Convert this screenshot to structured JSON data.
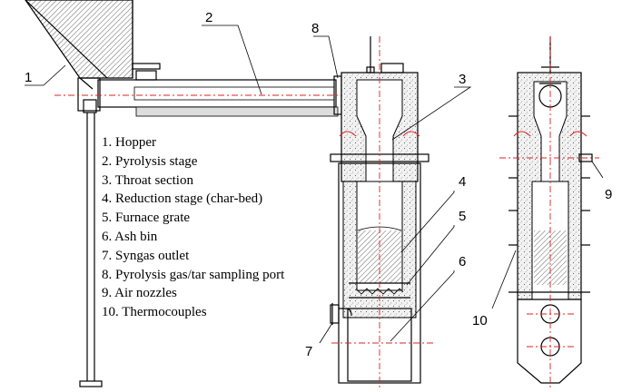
{
  "callouts": {
    "c1": "1",
    "c2": "2",
    "c3a": "3",
    "c4": "4",
    "c5": "5",
    "c6": "6",
    "c7": "7",
    "c8": "8",
    "c9": "9",
    "c10": "10"
  },
  "legend": [
    "1.  Hopper",
    "2.  Pyrolysis stage",
    "3.  Throat section",
    "4.  Reduction stage (char-bed)",
    "5.  Furnace grate",
    "6.  Ash bin",
    "7.  Syngas outlet",
    "8.  Pyrolysis gas/tar sampling port",
    "9.  Air nozzles",
    "10.  Thermocouples"
  ]
}
